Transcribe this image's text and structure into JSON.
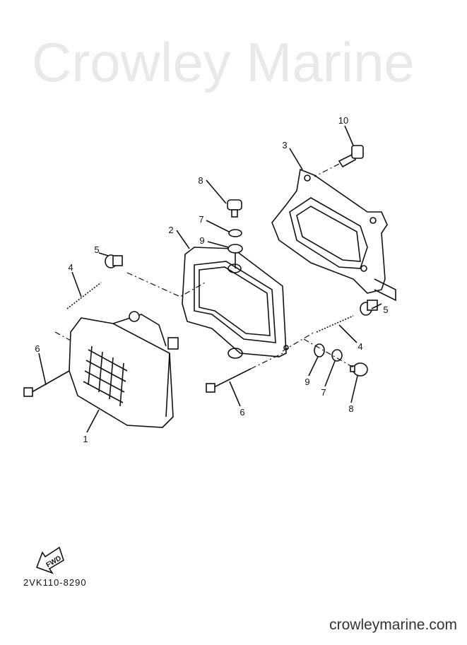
{
  "watermark": "Crowley Marine",
  "diagram_code": "2VK110-8290",
  "fwd_label": "FWD",
  "site": "crowleymarine.com",
  "callouts": {
    "c1": "1",
    "c2": "2",
    "c3": "3",
    "c4a": "4",
    "c4b": "4",
    "c5a": "5",
    "c5b": "5",
    "c6a": "6",
    "c6b": "6",
    "c7a": "7",
    "c7b": "7",
    "c8a": "8",
    "c8b": "8",
    "c9a": "9",
    "c9b": "9",
    "c10": "10"
  }
}
